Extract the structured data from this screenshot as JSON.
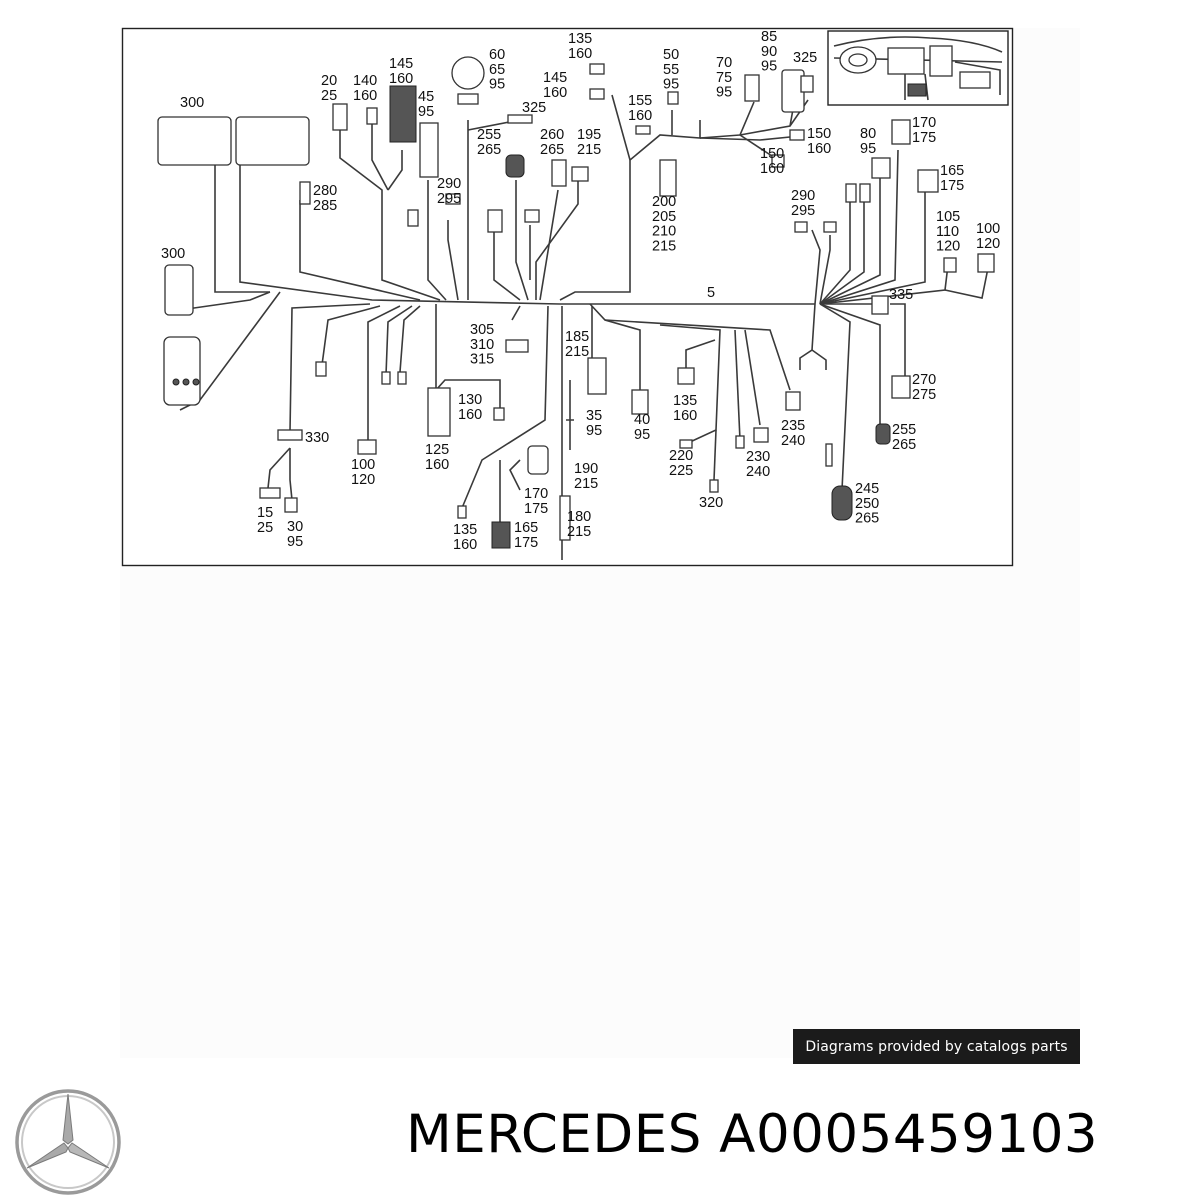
{
  "diagram": {
    "callouts": [
      {
        "id": "c300a",
        "lines": [
          "300"
        ]
      },
      {
        "id": "c20",
        "lines": [
          "20",
          "25"
        ]
      },
      {
        "id": "c140",
        "lines": [
          "140",
          "160"
        ]
      },
      {
        "id": "c145a",
        "lines": [
          "145",
          "160"
        ]
      },
      {
        "id": "c45",
        "lines": [
          "45",
          "95"
        ]
      },
      {
        "id": "c60",
        "lines": [
          "60",
          "65",
          "95"
        ]
      },
      {
        "id": "c135a",
        "lines": [
          "135",
          "160"
        ]
      },
      {
        "id": "c145b",
        "lines": [
          "145",
          "160"
        ]
      },
      {
        "id": "c325a",
        "lines": [
          "325"
        ]
      },
      {
        "id": "c255a",
        "lines": [
          "255",
          "265"
        ]
      },
      {
        "id": "c260",
        "lines": [
          "260",
          "265"
        ]
      },
      {
        "id": "c195",
        "lines": [
          "195",
          "215"
        ]
      },
      {
        "id": "c155",
        "lines": [
          "155",
          "160"
        ]
      },
      {
        "id": "c50",
        "lines": [
          "50",
          "55",
          "95"
        ]
      },
      {
        "id": "c70",
        "lines": [
          "70",
          "75",
          "95"
        ]
      },
      {
        "id": "c85",
        "lines": [
          "85",
          "90",
          "95"
        ]
      },
      {
        "id": "c325b",
        "lines": [
          "325"
        ]
      },
      {
        "id": "c150a",
        "lines": [
          "150",
          "160"
        ]
      },
      {
        "id": "c150b",
        "lines": [
          "150",
          "160"
        ]
      },
      {
        "id": "c80",
        "lines": [
          "80",
          "95"
        ]
      },
      {
        "id": "c170a",
        "lines": [
          "170",
          "175"
        ]
      },
      {
        "id": "c165a",
        "lines": [
          "165",
          "175"
        ]
      },
      {
        "id": "c280",
        "lines": [
          "280",
          "285"
        ]
      },
      {
        "id": "c290a",
        "lines": [
          "290",
          "295"
        ]
      },
      {
        "id": "c200",
        "lines": [
          "200",
          "205",
          "210",
          "215"
        ]
      },
      {
        "id": "c290b",
        "lines": [
          "290",
          "295"
        ]
      },
      {
        "id": "c105",
        "lines": [
          "105",
          "110",
          "120"
        ]
      },
      {
        "id": "c100a",
        "lines": [
          "100",
          "120"
        ]
      },
      {
        "id": "c300b",
        "lines": [
          "300"
        ]
      },
      {
        "id": "c5",
        "lines": [
          "5"
        ]
      },
      {
        "id": "c335",
        "lines": [
          "335"
        ]
      },
      {
        "id": "c305",
        "lines": [
          "305",
          "310",
          "315"
        ]
      },
      {
        "id": "c185",
        "lines": [
          "185",
          "215"
        ]
      },
      {
        "id": "c130",
        "lines": [
          "130",
          "160"
        ]
      },
      {
        "id": "c35",
        "lines": [
          "35",
          "95"
        ]
      },
      {
        "id": "c40",
        "lines": [
          "40",
          "95"
        ]
      },
      {
        "id": "c135b",
        "lines": [
          "135",
          "160"
        ]
      },
      {
        "id": "c270",
        "lines": [
          "270",
          "275"
        ]
      },
      {
        "id": "c235",
        "lines": [
          "235",
          "240"
        ]
      },
      {
        "id": "c255b",
        "lines": [
          "255",
          "265"
        ]
      },
      {
        "id": "c330",
        "lines": [
          "330"
        ]
      },
      {
        "id": "c100b",
        "lines": [
          "100",
          "120"
        ]
      },
      {
        "id": "c125",
        "lines": [
          "125",
          "160"
        ]
      },
      {
        "id": "c220",
        "lines": [
          "220",
          "225"
        ]
      },
      {
        "id": "c230",
        "lines": [
          "230",
          "240"
        ]
      },
      {
        "id": "c190",
        "lines": [
          "190",
          "215"
        ]
      },
      {
        "id": "c170b",
        "lines": [
          "170",
          "175"
        ]
      },
      {
        "id": "c245",
        "lines": [
          "245",
          "250",
          "265"
        ]
      },
      {
        "id": "c320",
        "lines": [
          "320"
        ]
      },
      {
        "id": "c15",
        "lines": [
          "15",
          "25"
        ]
      },
      {
        "id": "c30",
        "lines": [
          "30",
          "95"
        ]
      },
      {
        "id": "c180",
        "lines": [
          "180",
          "215"
        ]
      },
      {
        "id": "c135c",
        "lines": [
          "135",
          "160"
        ]
      },
      {
        "id": "c165b",
        "lines": [
          "165",
          "175"
        ]
      }
    ]
  },
  "credit": {
    "text": "Diagrams provided by catalogs parts"
  },
  "logo": {
    "icon": "mercedes-star-icon",
    "color": "#8a8a8a"
  },
  "product": {
    "title": "MERCEDES A0005459103"
  }
}
